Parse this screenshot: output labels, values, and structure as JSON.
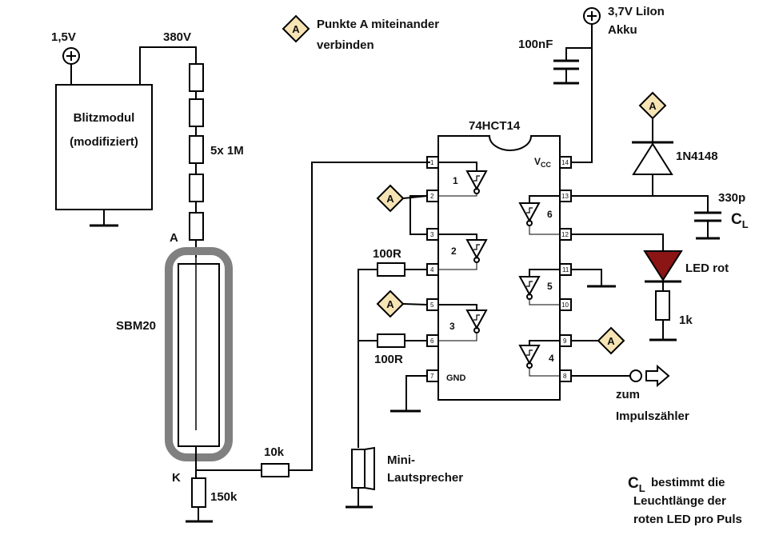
{
  "supply_batt": "1,5V",
  "hv_label": "380V",
  "flash_module": {
    "line1": "Blitzmodul",
    "line2": "(modifiziert)"
  },
  "resistors_label": "5x 1M",
  "anode": "A",
  "tube": "SBM20",
  "cathode": "K",
  "r_10k": "10k",
  "r_150k": "150k",
  "note_a": {
    "line1": "Punkte A miteinander",
    "line2": "verbinden"
  },
  "point_a": "A",
  "lipo": {
    "line1": "3,7V LiIon",
    "line2": "Akku"
  },
  "cap_100n": "100nF",
  "chip": {
    "name": "74HCT14",
    "vcc": "V",
    "vcc_sub": "CC",
    "gnd": "GND",
    "pins_left": [
      "1",
      "2",
      "3",
      "4",
      "5",
      "6",
      "7"
    ],
    "pins_right": [
      "14",
      "13",
      "12",
      "11",
      "10",
      "9",
      "8"
    ],
    "gates": [
      "1",
      "2",
      "3",
      "4",
      "5",
      "6"
    ]
  },
  "diode": "1N4148",
  "cap_330p": "330p",
  "cl": {
    "main": "C",
    "sub": "L"
  },
  "led": "LED rot",
  "r_1k": "1k",
  "r_100r_top": "100R",
  "r_100r_bottom": "100R",
  "speaker": {
    "line1": "Mini-",
    "line2": "Lautsprecher"
  },
  "counter": {
    "line1": "zum",
    "line2": "Impulszähler"
  },
  "note_cl": {
    "c": "C",
    "sub": "L",
    "line1": "bestimmt die",
    "line2": "Leuchtlänge der",
    "line3": "roten LED pro Puls"
  },
  "colors": {
    "wire": "#000000",
    "led": "#8b1414",
    "marker": "#f7e4b4",
    "tube": "#808080"
  }
}
